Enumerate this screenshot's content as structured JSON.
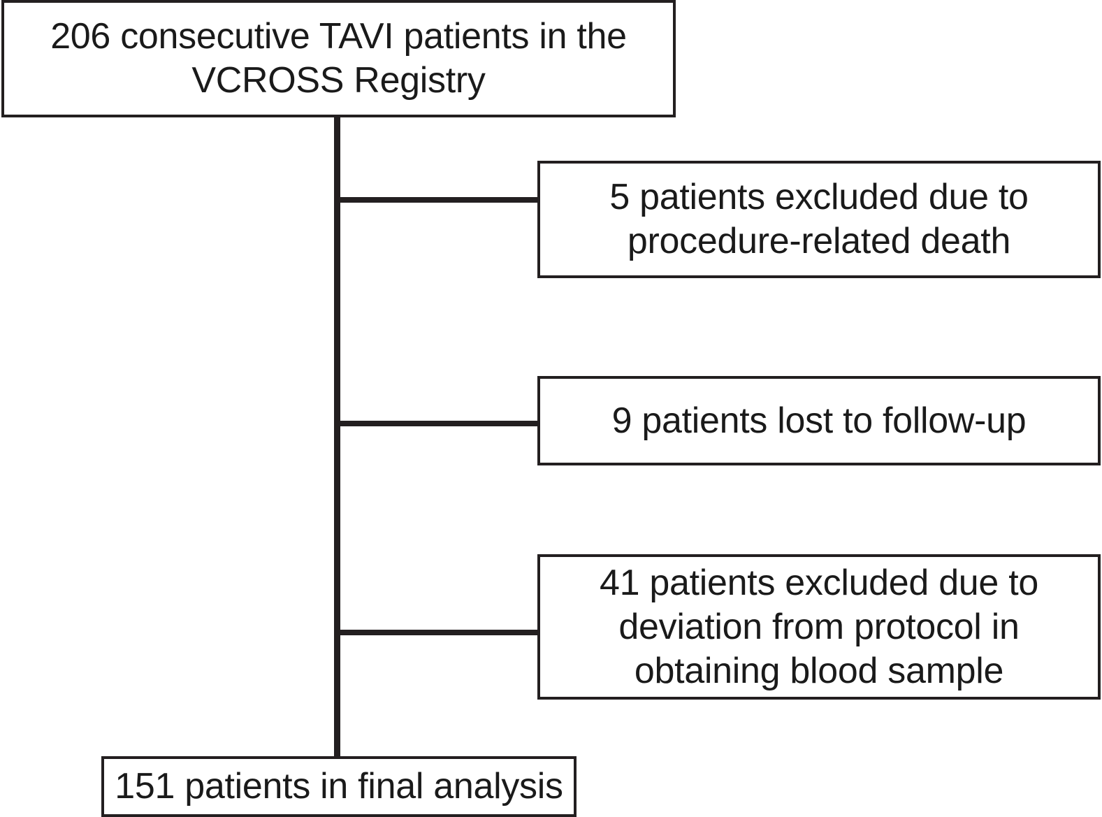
{
  "diagram": {
    "title": "TAVI patient inclusion flow diagram",
    "type": "flowchart",
    "orientation": "vertical",
    "colors": {
      "stroke": "#231f20",
      "background": "#ffffff",
      "text": "#1a1a1a"
    },
    "nodes": {
      "source": {
        "label": "206 consecutive TAVI patients in the\nVCROSS Registry",
        "count": 206,
        "role": "start"
      },
      "exclusion_1": {
        "label": "5 patients excluded due to\nprocedure-related death",
        "count": 5,
        "role": "exclusion"
      },
      "exclusion_2": {
        "label": "9 patients lost to follow-up",
        "count": 9,
        "role": "exclusion"
      },
      "exclusion_3": {
        "label": "41 patients excluded due to\ndeviation from protocol in\nobtaining blood sample",
        "count": 41,
        "role": "exclusion"
      },
      "final": {
        "label": "151 patients in final analysis",
        "count": 151,
        "role": "end"
      }
    },
    "connectors": [
      {
        "name": "trunk",
        "from": "source",
        "to": "final"
      },
      {
        "name": "branch-1",
        "from": "trunk",
        "to": "exclusion_1"
      },
      {
        "name": "branch-2",
        "from": "trunk",
        "to": "exclusion_2"
      },
      {
        "name": "branch-3",
        "from": "trunk",
        "to": "exclusion_3"
      }
    ]
  }
}
